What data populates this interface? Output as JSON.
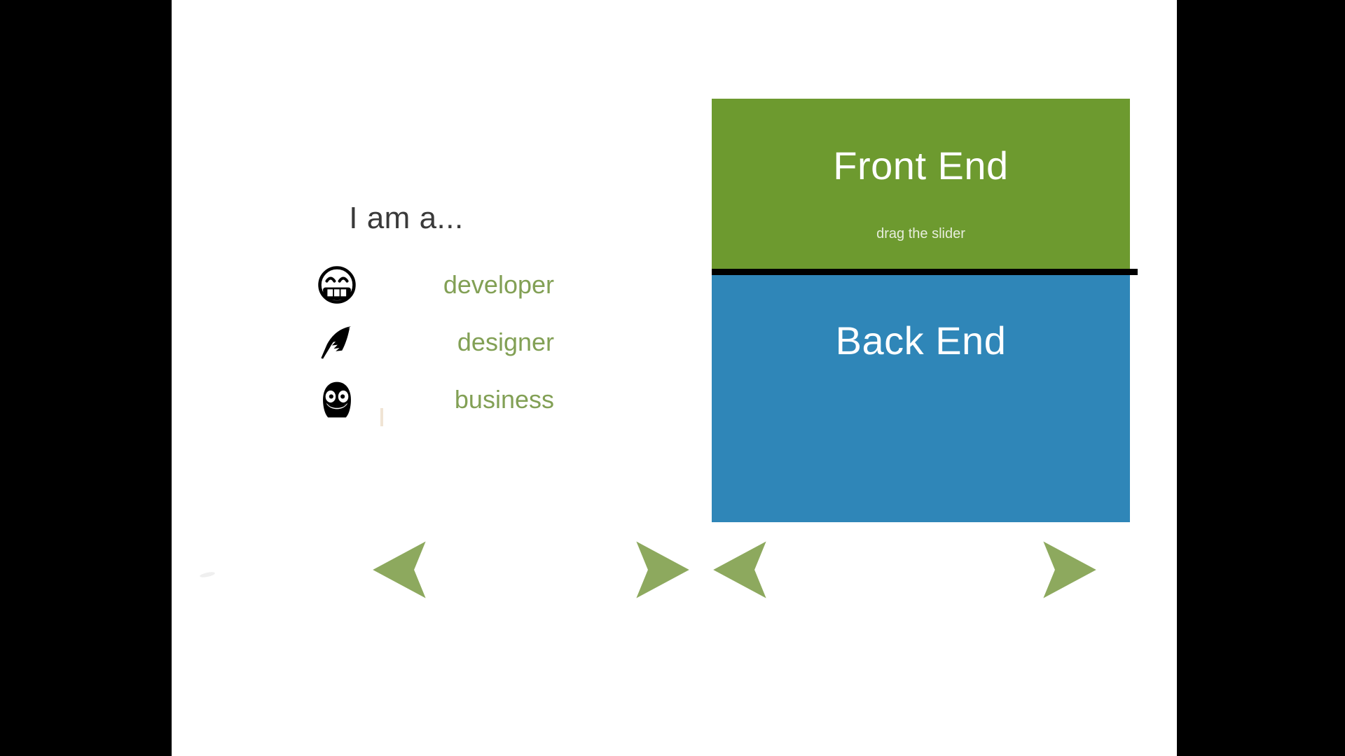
{
  "stage": {
    "background": "#ffffff",
    "letterbox_color": "#000000"
  },
  "role_panel": {
    "heading": "I am a...",
    "heading_color": "#3a3a3a",
    "label_color": "#82a055",
    "items": [
      {
        "icon": "grinning-face-icon",
        "label": "developer"
      },
      {
        "icon": "feather-quill-icon",
        "label": "designer"
      },
      {
        "icon": "penguin-icon",
        "label": "business"
      }
    ]
  },
  "slider": {
    "top": {
      "title": "Front End",
      "hint": "drag the slider",
      "color": "#6d9a2f"
    },
    "bottom": {
      "title": "Back End",
      "color": "#2f86b8"
    },
    "handle_color": "#000000",
    "handle_position_percent": 40
  },
  "navigation": {
    "accent_color": "#8da95e",
    "controls": [
      {
        "name": "nav-prev-left",
        "icon": "arrow-left-icon",
        "label": "Previous role"
      },
      {
        "name": "nav-next-left",
        "icon": "arrow-right-icon",
        "label": "Next role"
      },
      {
        "name": "nav-prev-right",
        "icon": "arrow-left-icon",
        "label": "Previous stack"
      },
      {
        "name": "nav-next-right",
        "icon": "arrow-right-icon",
        "label": "Next stack"
      }
    ]
  }
}
